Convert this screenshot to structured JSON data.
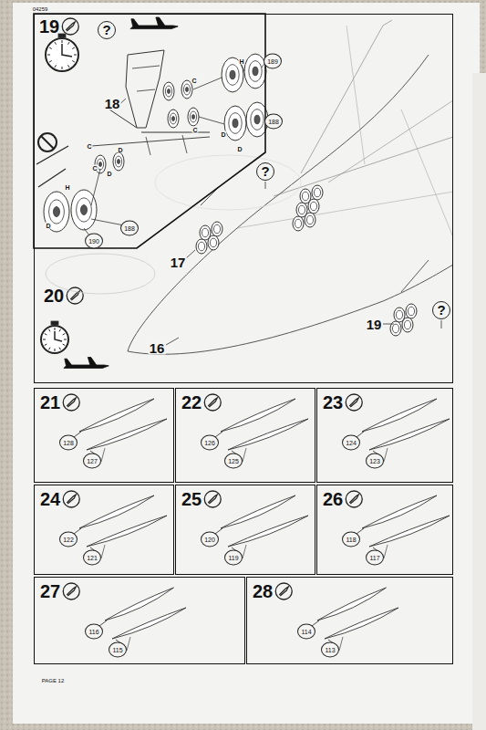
{
  "diagram": {
    "nodes": [
      {
        "text": [
          "19"
        ]
      },
      {
        "text": [
          "20"
        ]
      },
      {
        "text": [
          "21"
        ]
      },
      {
        "text": [
          "22"
        ]
      },
      {
        "text": [
          "23"
        ]
      },
      {
        "text": [
          "24"
        ]
      },
      {
        "text": [
          "25"
        ]
      },
      {
        "text": [
          "26"
        ]
      },
      {
        "text": [
          "27"
        ]
      },
      {
        "text": [
          "28"
        ]
      }
    ],
    "edges": [],
    "labels": [
      "04259",
      "?",
      "H",
      "189",
      "C",
      "C",
      "D",
      "188",
      "D",
      "18",
      "C",
      "D",
      "C",
      "D",
      "H",
      "188",
      "D",
      "190",
      "?",
      "17",
      "16",
      "19",
      "?",
      "128",
      "127",
      "126",
      "125",
      "124",
      "123",
      "122",
      "121",
      "120",
      "119",
      "118",
      "117",
      "116",
      "115",
      "114",
      "113",
      "PAGE 12"
    ]
  }
}
